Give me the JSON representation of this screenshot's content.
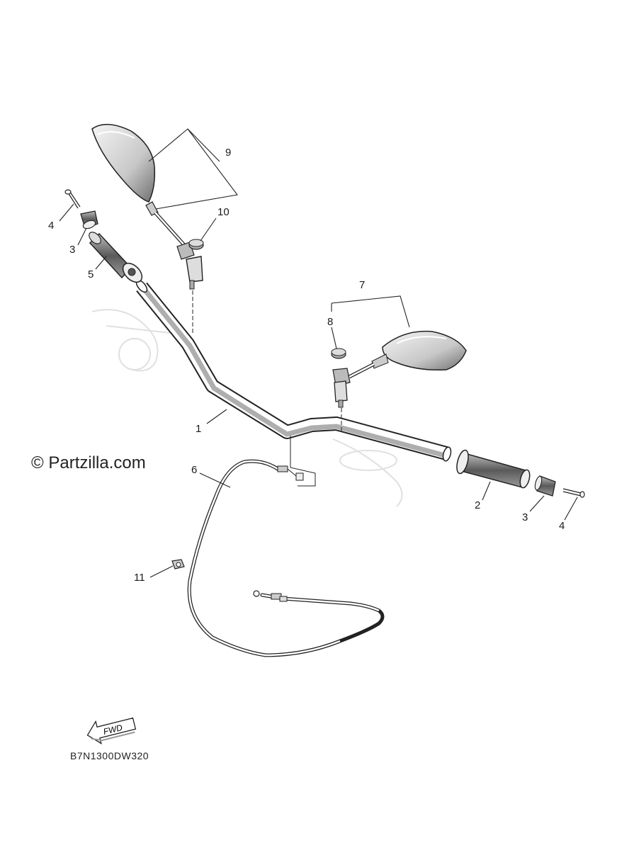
{
  "watermark": "© Partzilla.com",
  "diagram_code": "B7N1300DW320",
  "fwd_label": "FWD",
  "callouts": {
    "c1": "1",
    "c2": "2",
    "c3a": "3",
    "c3b": "3",
    "c4a": "4",
    "c4b": "4",
    "c5": "5",
    "c6": "6",
    "c7": "7",
    "c8": "8",
    "c9": "9",
    "c10": "10",
    "c11": "11"
  },
  "colors": {
    "line": "#222222",
    "ghost": "#e2e2e2",
    "shade": "#9a9a9a"
  }
}
